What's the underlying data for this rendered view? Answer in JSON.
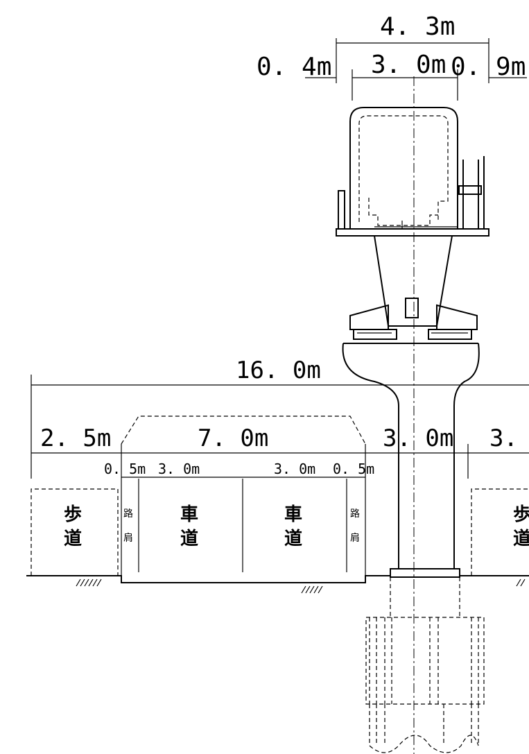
{
  "dimensions": {
    "girder_total": "4. 3m",
    "girder_left": "0. 4m",
    "girder_center": "3. 0m",
    "girder_right": "0. 9m",
    "road_total": "16. 0m",
    "sidewalk_left": "2. 5m",
    "carriageway": "7. 0m",
    "median": "3. 0m",
    "sidewalk_right": "3.",
    "shoulder_left": "0. 5m",
    "lane_left": "3. 0m",
    "lane_right": "3. 0m",
    "shoulder_right": "0. 5m"
  },
  "labels": {
    "sidewalk_top": "歩",
    "sidewalk_bottom": "道",
    "shoulder_top": "路",
    "shoulder_bottom": "肩",
    "lane_top": "車",
    "lane_bottom": "道",
    "sidewalk_right_top": "歩",
    "sidewalk_right_bottom": "道"
  }
}
